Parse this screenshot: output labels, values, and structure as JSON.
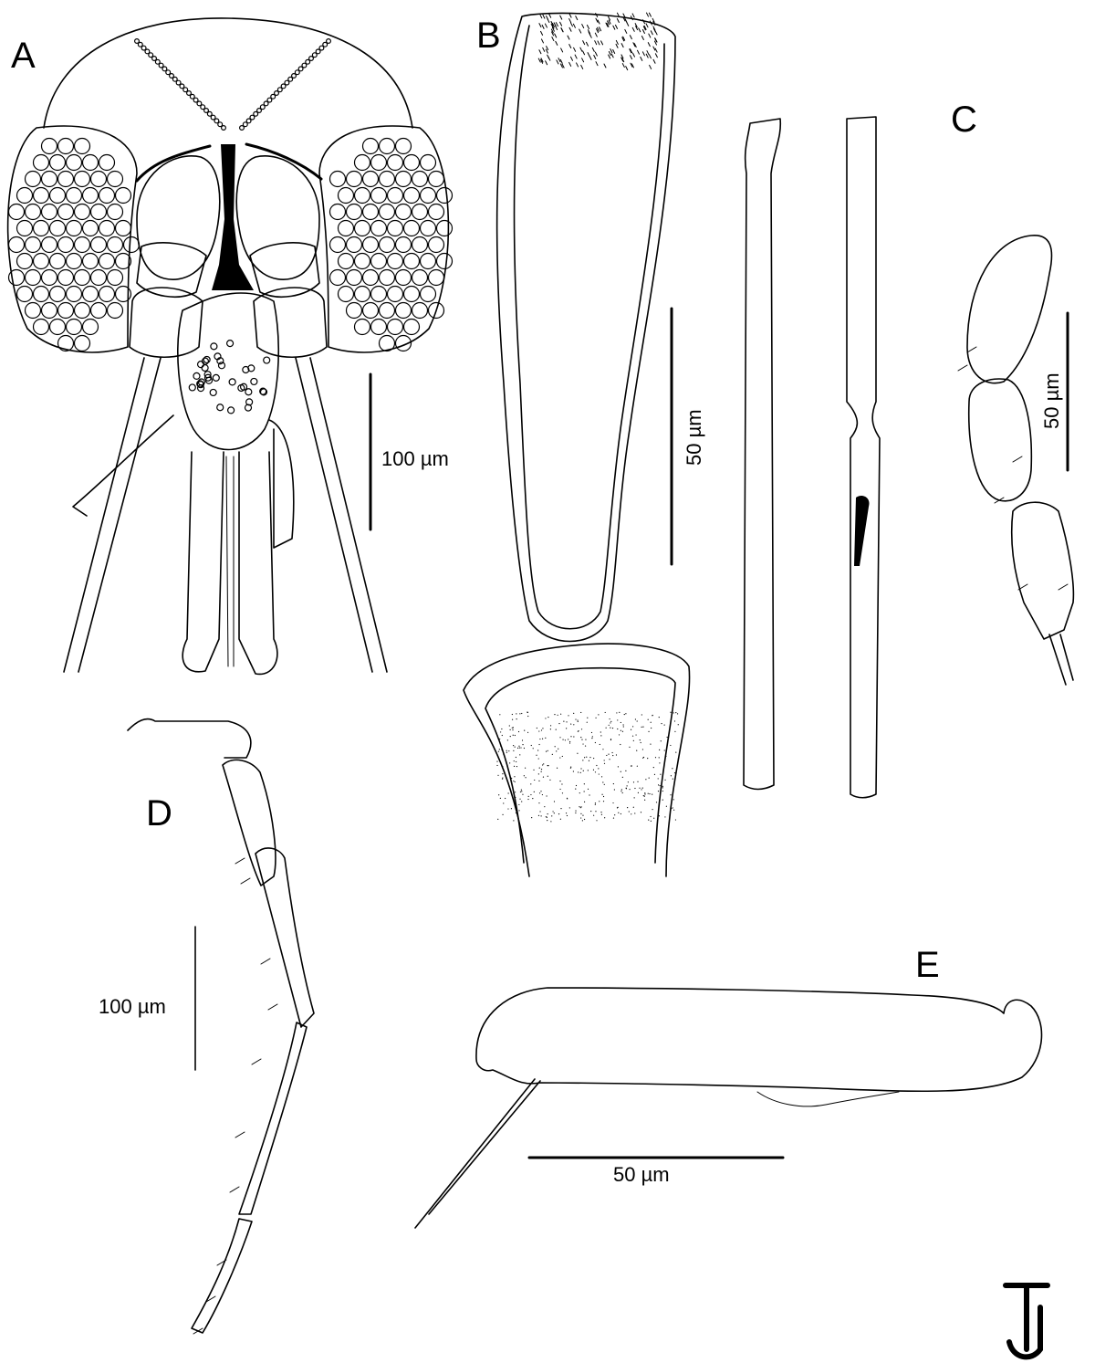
{
  "panels": {
    "a": {
      "letter": "A",
      "scale_label": "100 µm"
    },
    "b": {
      "letter": "B",
      "scale_label": "50 µm"
    },
    "c": {
      "letter": "C",
      "scale_label": "50 µm"
    },
    "d": {
      "letter": "D",
      "scale_label": "100 µm"
    },
    "e": {
      "letter": "E",
      "scale_label": "50 µm"
    }
  },
  "monogram": "TJ"
}
